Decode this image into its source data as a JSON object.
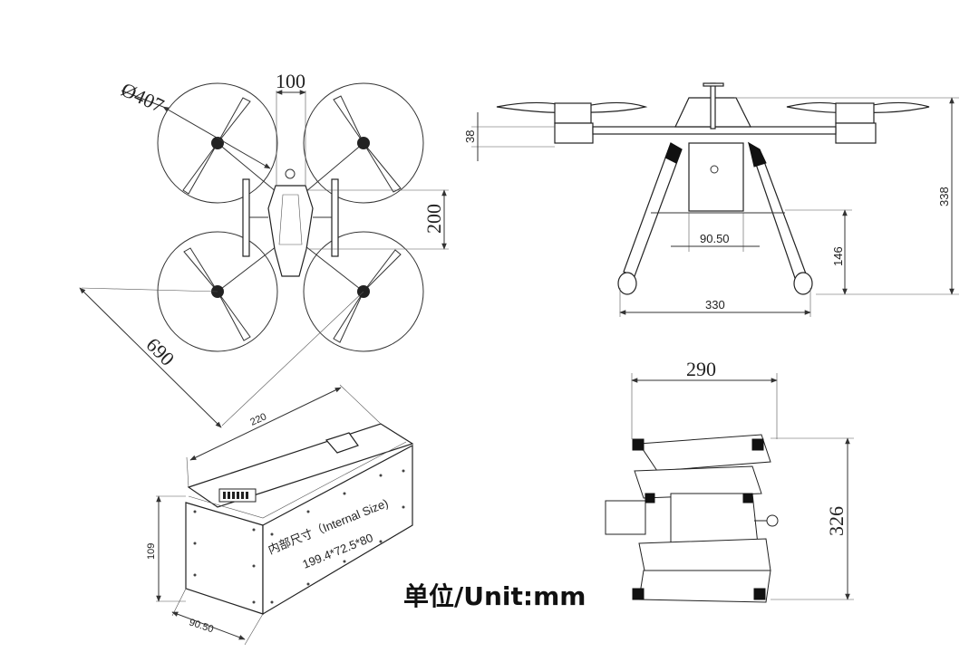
{
  "top_view": {
    "prop_diameter": "Ø407",
    "arm_width": "100",
    "body_length": "200",
    "wheelbase": "690"
  },
  "front_view": {
    "motor_height": "38",
    "overall_height": "338",
    "leg_height": "146",
    "skid_inner_width": "90.50",
    "skid_width": "330"
  },
  "folded_view": {
    "folded_width": "290",
    "folded_length": "326"
  },
  "battery_box": {
    "length": "220",
    "height": "109",
    "width": "90.50",
    "internal_size_label": "内部尺寸（Internal Size)",
    "internal_size_value": "199.4*72.5*80"
  },
  "unit_label": "单位/Unit:mm"
}
